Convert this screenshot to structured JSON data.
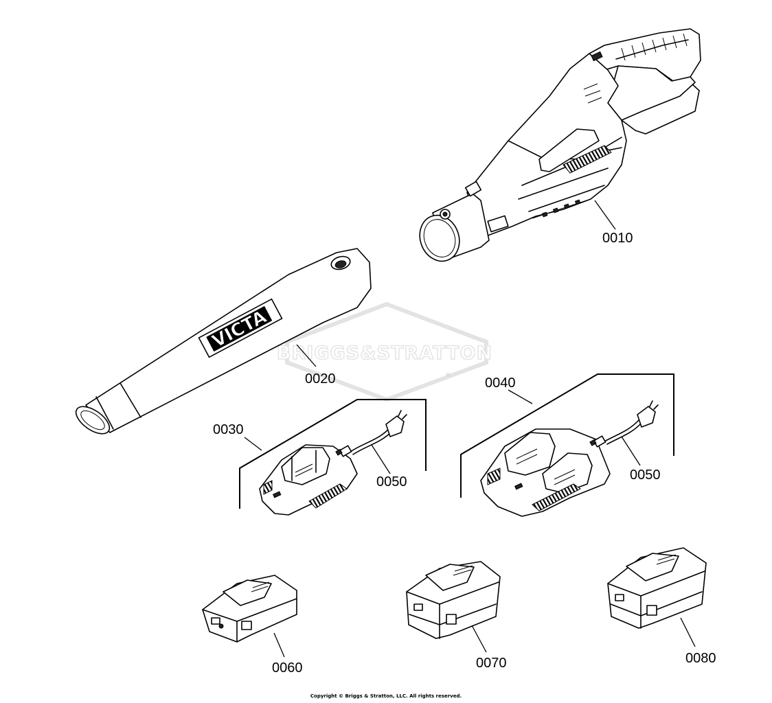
{
  "watermark": {
    "text": "BRIGGS&STRATTON",
    "mark": "®"
  },
  "parts": [
    {
      "id": "0010",
      "name": "blower-body"
    },
    {
      "id": "0020",
      "name": "blower-tube",
      "logo": "VICTA"
    },
    {
      "id": "0030",
      "name": "single-charger"
    },
    {
      "id": "0040",
      "name": "dual-charger"
    },
    {
      "id": "0050",
      "name": "charger-power-cord"
    },
    {
      "id": "0060",
      "name": "battery-small"
    },
    {
      "id": "0070",
      "name": "battery-medium"
    },
    {
      "id": "0080",
      "name": "battery-large"
    }
  ],
  "labels": {
    "p0010": "0010",
    "p0020": "0020",
    "p0030": "0030",
    "p0040": "0040",
    "p0050_a": "0050",
    "p0050_b": "0050",
    "p0060": "0060",
    "p0070": "0070",
    "p0080": "0080"
  },
  "copyright": "Copyright © Briggs & Stratton, LLC. All rights reserved."
}
